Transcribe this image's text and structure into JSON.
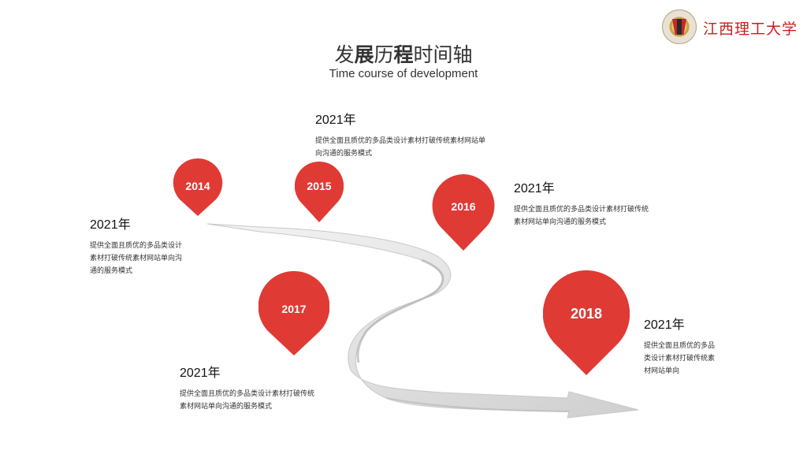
{
  "logo": {
    "name": "江西理工大学"
  },
  "header": {
    "title_parts": [
      "发",
      "展",
      "历",
      "程",
      "时间轴"
    ],
    "subtitle": "Time course of development"
  },
  "milestones": [
    {
      "label": "2014"
    },
    {
      "label": "2015"
    },
    {
      "label": "2016"
    },
    {
      "label": "2017"
    },
    {
      "label": "2018"
    }
  ],
  "entries": [
    {
      "year": "2021年",
      "desc": [
        "提供全面且质优的多品类设计",
        "素材打破传统素材网站单向沟",
        "通的服务模式"
      ]
    },
    {
      "year": "2021年",
      "desc": [
        "提供全面且质优的多品类设计素材打破传统素材网站单",
        "向沟通的服务模式"
      ]
    },
    {
      "year": "2021年",
      "desc": [
        "提供全面且质优的多品类设计素材打破传统",
        "素材网站单向沟通的服务模式"
      ]
    },
    {
      "year": "2021年",
      "desc": [
        "提供全面且质优的多品类设计素材打破传统",
        "素材网站单向沟通的服务模式"
      ]
    },
    {
      "year": "2021年",
      "desc": [
        "提供全面且质优的多品",
        "类设计素材打破传统素",
        "材网站单向"
      ]
    }
  ],
  "colors": {
    "accent": "#e03a35",
    "road": "#dcdcdc",
    "road_edge": "#a9a9a9"
  }
}
